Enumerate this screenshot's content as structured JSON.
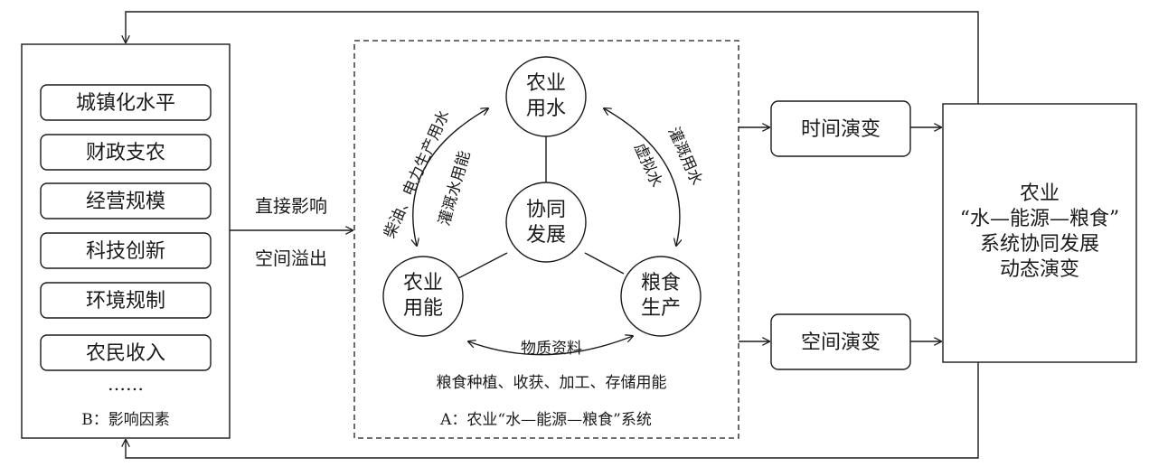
{
  "factors_panel": {
    "items": [
      "城镇化水平",
      "财政支农",
      "经营规模",
      "科技创新",
      "环境规制",
      "农民收入"
    ],
    "ellipsis": "……",
    "caption": "B：影响因素"
  },
  "link_labels": {
    "direct": "直接影响",
    "spillover": "空间溢出"
  },
  "system_panel": {
    "caption": "A：农业“水—能源—粮食”系统",
    "center": [
      "协同",
      "发展"
    ],
    "water": [
      "农业",
      "用水"
    ],
    "energy": [
      "农业",
      "用能"
    ],
    "food": [
      "粮食",
      "生产"
    ],
    "flow_water_to_energy": "柴油、电力生产用水",
    "flow_energy_to_water": "灌溉水用能",
    "flow_water_to_food": "灌溉用水",
    "flow_food_to_water": "虚拟水",
    "flow_energy_food": "物质资料",
    "food_energy_use": "粮食种植、收获、加工、存储用能"
  },
  "evolution": {
    "time": "时间演变",
    "space": "空间演变"
  },
  "outcome": {
    "lines": [
      "农业",
      "“水—能源—粮食”",
      "系统协同发展",
      "动态演变"
    ]
  }
}
